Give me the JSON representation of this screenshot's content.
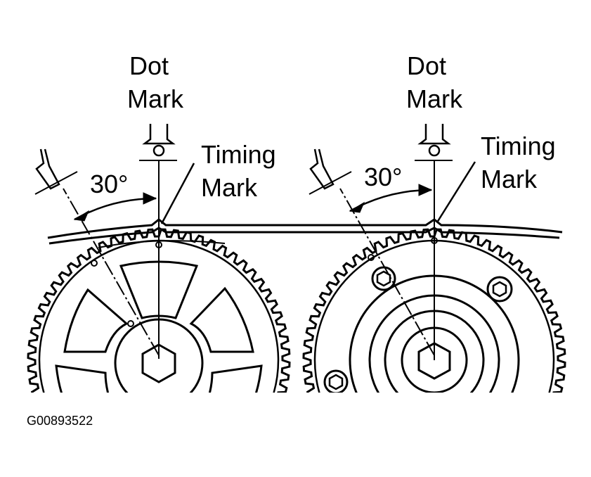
{
  "left": {
    "dot_mark_line1": "Dot",
    "dot_mark_line2": "Mark",
    "timing_mark_line1": "Timing",
    "timing_mark_line2": "Mark",
    "angle": "30°"
  },
  "right": {
    "dot_mark_line1": "Dot",
    "dot_mark_line2": "Mark",
    "timing_mark_line1": "Timing",
    "timing_mark_line2": "Mark",
    "angle": "30°"
  },
  "figure_code": "G00893522",
  "colors": {
    "ink": "#000000",
    "paper": "#ffffff"
  }
}
